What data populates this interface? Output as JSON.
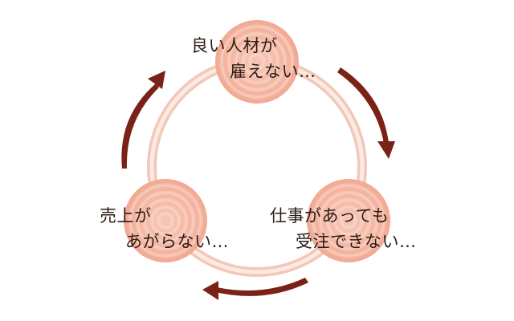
{
  "nodes": {
    "top": {
      "line1": "良い人材が",
      "line2": "雇えない…"
    },
    "left": {
      "line1": "売上が",
      "line2": "あがらない…"
    },
    "right": {
      "line1": "仕事があっても",
      "line2": "受注できない…"
    }
  },
  "colors": {
    "ring_outer": "#f3c7b9",
    "ring_inner": "#fbe6dc",
    "circle_fill": "#f4b9a6",
    "circle_swirl": "#fde5dc",
    "arrow": "#7a2218",
    "text": "#2b1c16"
  }
}
